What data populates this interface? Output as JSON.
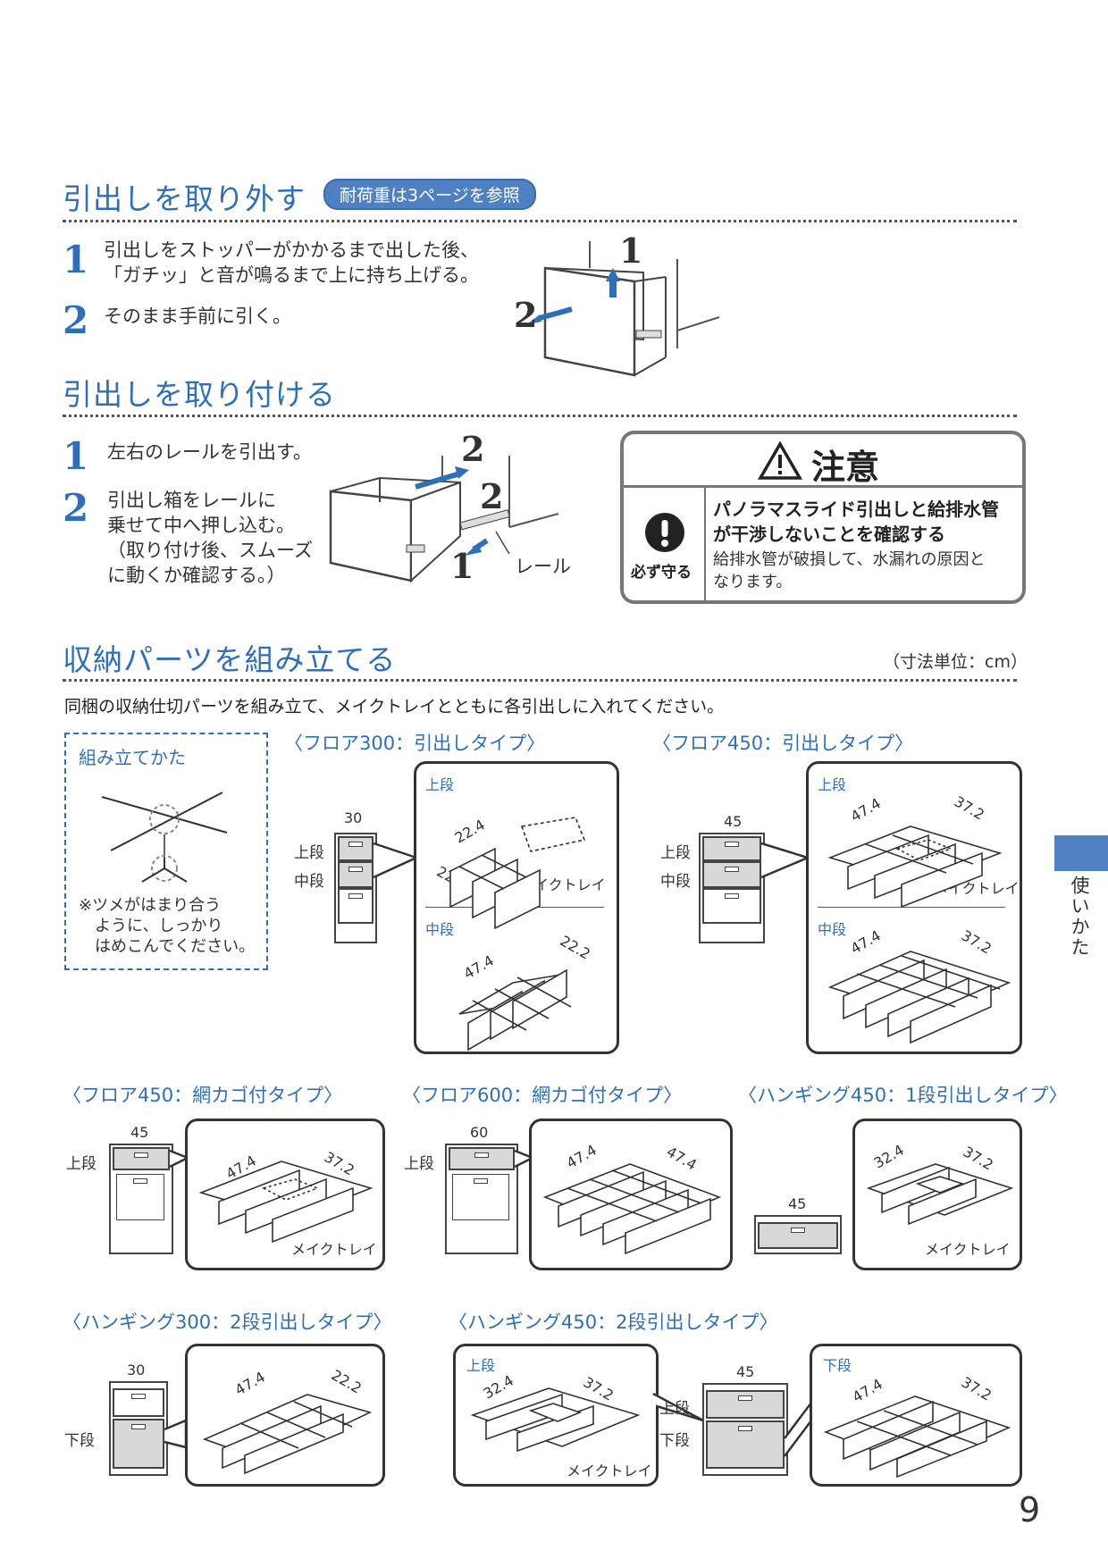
{
  "remove": {
    "title": "引出しを取り外す",
    "badge": "耐荷重は3ページを参照",
    "steps": [
      {
        "num": "1",
        "line1": "引出しをストッパーがかかるまで出した後、",
        "line2": "「ガチッ」と音が鳴るまで上に持ち上げる。"
      },
      {
        "num": "2",
        "line1": "そのまま手前に引く。"
      }
    ],
    "illus_labels": [
      "1",
      "2"
    ]
  },
  "attach": {
    "title": "引出しを取り付ける",
    "steps": [
      {
        "num": "1",
        "line1": "左右のレールを引出す。"
      },
      {
        "num": "2",
        "line1": "引出し箱をレールに",
        "line2": "乗せて中へ押し込む。",
        "line3": "（取り付け後、スムーズ",
        "line4": "に動くか確認する。）"
      }
    ],
    "illus_labels": [
      "2",
      "2",
      "1"
    ],
    "rail_label": "レール"
  },
  "caution": {
    "header": "注意",
    "must_label": "必ず守る",
    "main_line1": "パノラマスライド引出しと給排水管",
    "main_line2": "が干渉しないことを確認する",
    "sub_line1": "給排水管が破損して、水漏れの原因と",
    "sub_line2": "なります。"
  },
  "assemble": {
    "title": "収納パーツを組み立てる",
    "unit": "（寸法単位：cm）",
    "intro": "同梱の収納仕切パーツを組み立て、メイクトレイとともに各引出しに入れてください。",
    "howto": {
      "title": "組み立てかた",
      "note1": "※ツメがはまり合う",
      "note2": "ように、しっかり",
      "note3": "はめこんでください。"
    },
    "labels": {
      "upper": "上段",
      "middle": "中段",
      "lower": "下段",
      "tray": "メイクトレイ"
    },
    "types": {
      "floor300": {
        "label": "〈フロア300：引出しタイプ〉",
        "width": "30",
        "upper_dims": [
          "22.4",
          "22.2"
        ],
        "middle_dims": [
          "47.4",
          "22.2"
        ]
      },
      "floor450": {
        "label": "〈フロア450：引出しタイプ〉",
        "width": "45",
        "upper_dims": [
          "47.4",
          "37.2"
        ],
        "middle_dims": [
          "47.4",
          "37.2"
        ]
      },
      "floor450net": {
        "label": "〈フロア450：網カゴ付タイプ〉",
        "width": "45",
        "dims": [
          "47.4",
          "37.2"
        ]
      },
      "floor600net": {
        "label": "〈フロア600：網カゴ付タイプ〉",
        "width": "60",
        "dims": [
          "47.4",
          "47.4"
        ]
      },
      "hanging450_1": {
        "label": "〈ハンギング450：1段引出しタイプ〉",
        "width": "45",
        "dims": [
          "32.4",
          "37.2"
        ]
      },
      "hanging300_2": {
        "label": "〈ハンギング300：2段引出しタイプ〉",
        "width": "30",
        "dims": [
          "47.4",
          "22.2"
        ]
      },
      "hanging450_2": {
        "label": "〈ハンギング450：2段引出しタイプ〉",
        "width": "45",
        "upper_dims": [
          "32.4",
          "37.2"
        ],
        "lower_dims": [
          "47.4",
          "37.2"
        ]
      }
    }
  },
  "side_tab": "使いかた",
  "page_number": "9"
}
